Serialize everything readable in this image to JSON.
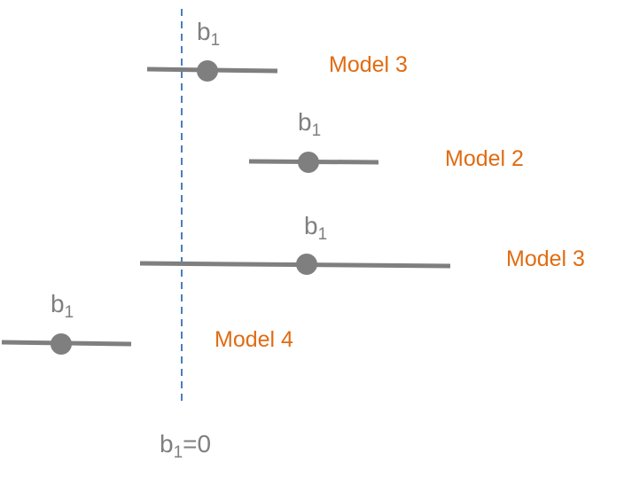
{
  "colors": {
    "estimate": "#7f7f7f",
    "model_label": "#e06c12",
    "reference_line": "#4a7ebb"
  },
  "reference": {
    "label_base": "b",
    "label_sub": "1",
    "label_suffix": "=0"
  },
  "rows": [
    {
      "model": "Model 3",
      "estimate_base": "b",
      "estimate_sub": "1"
    },
    {
      "model": "Model 2",
      "estimate_base": "b",
      "estimate_sub": "1"
    },
    {
      "model": "Model 3",
      "estimate_base": "b",
      "estimate_sub": "1"
    },
    {
      "model": "Model 4",
      "estimate_base": "b",
      "estimate_sub": "1"
    }
  ]
}
